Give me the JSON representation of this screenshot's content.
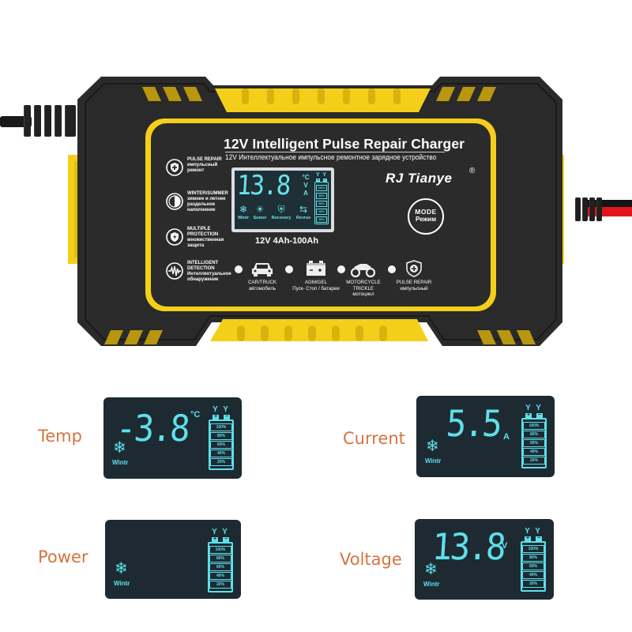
{
  "device": {
    "title": "12V Intelligent Pulse Repair Charger",
    "subtitle": "12V Интеллектуальное импульсное ремонтное зарядное устройство",
    "brand": "RJ Tianye",
    "brand_mark": "®",
    "range": "12V  4Ah-100Ah",
    "colors": {
      "body": "#2a2a2a",
      "accent": "#f5d01c",
      "lcd_bg": "#1e2f36",
      "lcd_fg": "#68e3ec",
      "label": "#d4743f"
    },
    "features": [
      {
        "icon": "shield-plus-icon",
        "lines": [
          "PULSE REPAIR",
          "импульсный",
          "ремонт"
        ]
      },
      {
        "icon": "half-circle-icon",
        "lines": [
          "WINTER/SUMMER",
          "зимнее и летнее",
          "раздельное",
          "наполнение"
        ]
      },
      {
        "icon": "shield-bolt-icon",
        "lines": [
          "MULTIPLE",
          "PROTECTION",
          "множественная",
          "защита"
        ]
      },
      {
        "icon": "pulse-wave-icon",
        "lines": [
          "INTELLIGENT",
          "DETECTION",
          "Интеллектуальное",
          "обнаружение"
        ]
      }
    ],
    "lcd": {
      "reading": "13.8",
      "units": [
        "°C",
        "V",
        "A"
      ],
      "terminals": "Y Y",
      "levels": [
        "100%",
        "80%",
        "60%",
        "40%",
        "20%"
      ],
      "modes": [
        {
          "icon": "snowflake-icon",
          "glyph": "❄",
          "label": "Wintr"
        },
        {
          "icon": "sun-icon",
          "glyph": "☀",
          "label": "Sumer"
        },
        {
          "icon": "shield-plus-icon",
          "glyph": "⛨",
          "label": "Recovery"
        },
        {
          "icon": "reverse-arrows-icon",
          "glyph": "⇆",
          "label": "Revrse"
        }
      ]
    },
    "mode_button": {
      "line1": "MODE",
      "line2": "Режим"
    },
    "indicators": [
      {
        "icon": "car-icon",
        "lines": [
          "CAR/TRUCK",
          "автомобиль"
        ]
      },
      {
        "icon": "battery-icon",
        "lines": [
          "AGM/GEL",
          "Пуск- Стоп / батареи"
        ]
      },
      {
        "icon": "motorcycle-icon",
        "lines": [
          "MOTORCYCLE",
          "TRICKLE",
          "мотоцикл"
        ]
      },
      {
        "icon": "shield-plus-icon",
        "lines": [
          "PULSE REPAIR",
          "импульсный"
        ]
      }
    ]
  },
  "displays": [
    {
      "label": "Temp",
      "reading": "-3.8",
      "unit": "°C",
      "mode": "Wintr",
      "mode_glyph": "❄",
      "terminals": "Y Y",
      "levels": [
        "100%",
        "80%",
        "60%",
        "40%",
        "20%"
      ]
    },
    {
      "label": "Current",
      "reading": "5.5",
      "unit": "A",
      "mode": "Wintr",
      "mode_glyph": "❄",
      "terminals": "Y Y",
      "levels": [
        "100%",
        "80%",
        "60%",
        "40%",
        "20%"
      ]
    },
    {
      "label": "Power",
      "reading": "",
      "unit": "",
      "mode": "Wintr",
      "mode_glyph": "❄",
      "terminals": "Y Y",
      "levels": [
        "100%",
        "80%",
        "60%",
        "40%",
        "20%"
      ]
    },
    {
      "label": "Voltage",
      "reading": "13.8",
      "unit": "V",
      "mode": "Wintr",
      "mode_glyph": "❄",
      "terminals": "Y Y",
      "levels": [
        "100%",
        "80%",
        "60%",
        "40%",
        "20%"
      ]
    }
  ]
}
